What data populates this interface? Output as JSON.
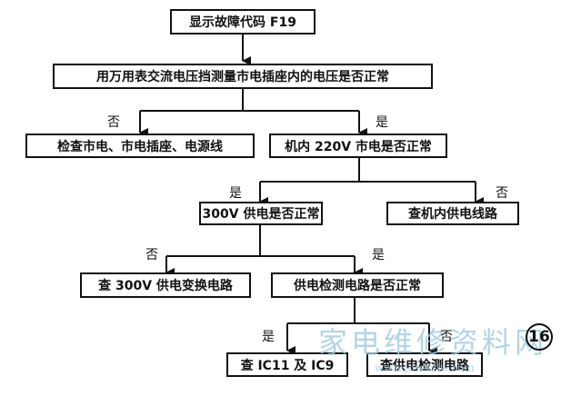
{
  "nodes": {
    "n1": "显示故障代码 F19",
    "n2": "用万用表交流电压挡测量市电插座内的电压是否正常",
    "n3": "检查市电、市电插座、电源线",
    "n4": "机内 220V 市电是否正常",
    "n5": "300V 供电是否正常",
    "n6": "查机内供电线路",
    "n7": "查 300V 供电变换电路",
    "n8": "供电检测电路是否正常",
    "n9": "查 IC11 及 IC9",
    "n10": "查供电检测电路"
  },
  "labels": {
    "no1": "否",
    "yes1": "是",
    "yes2": "是",
    "no2": "否",
    "no3": "否",
    "yes3": "是",
    "yes4": "是",
    "no4": "否"
  },
  "badge": "16",
  "watermark": {
    "main": "家电维修资料网",
    "url": "www.jdwxzlw.com"
  }
}
